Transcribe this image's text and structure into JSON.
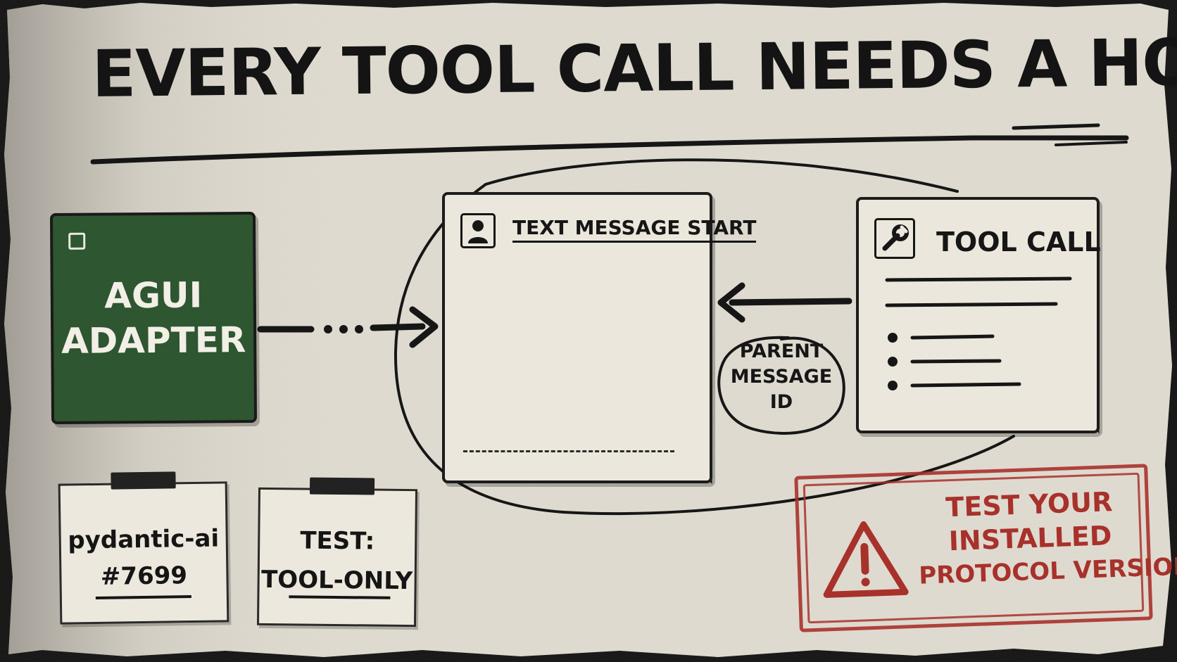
{
  "title": "EVERY TOOL CALL NEEDS A HOME",
  "adapter": {
    "line1": "AGUI",
    "line2": "ADAPTER"
  },
  "message_card": {
    "title": "TEXT MESSAGE START"
  },
  "tool_card": {
    "title": "TOOL CALL"
  },
  "link_label": {
    "line1": "PARENT",
    "line2": "MESSAGE",
    "line3": "ID"
  },
  "note_pr": {
    "line1": "pydantic-ai",
    "line2": "#7699"
  },
  "note_test": {
    "line1": "TEST:",
    "line2": "TOOL-ONLY"
  },
  "stamp": {
    "line1": "TEST YOUR",
    "line2": "INSTALLED",
    "line3": "PROTOCOL VERSION"
  },
  "icons": [
    "person-icon",
    "wrench-icon",
    "warning-icon",
    "checkbox-icon",
    "arrow-icon"
  ],
  "colors": {
    "adapter_green": "#2e5630",
    "stamp_red": "#a8312b",
    "paper": "#e6e1d6",
    "ink": "#161616"
  }
}
